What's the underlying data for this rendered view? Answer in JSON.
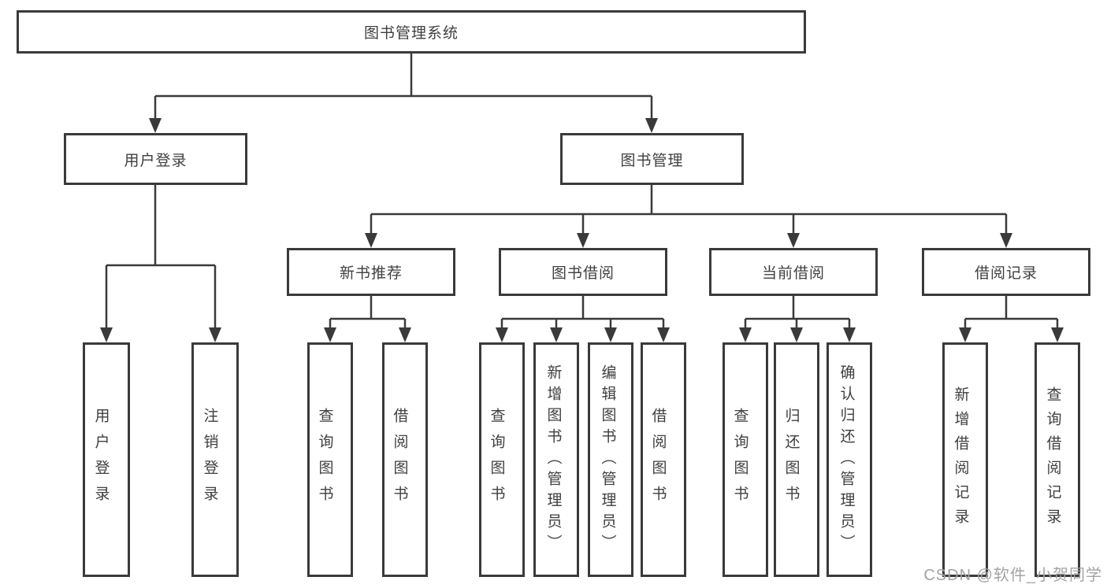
{
  "diagram": {
    "root": {
      "label": "图书管理系统"
    },
    "branches": [
      {
        "label": "用户登录",
        "leaves": [
          "用户登录",
          "注销登录"
        ]
      },
      {
        "label": "图书管理",
        "groups": [
          {
            "label": "新书推荐",
            "leaves": [
              "查询图书",
              "借阅图书"
            ]
          },
          {
            "label": "图书借阅",
            "leaves": [
              "查询图书",
              "新增图书（管理员）",
              "编辑图书（管理员）",
              "借阅图书"
            ]
          },
          {
            "label": "当前借阅",
            "leaves": [
              "查询图书",
              "归还图书",
              "确认归还（管理员）"
            ]
          },
          {
            "label": "借阅记录",
            "leaves": [
              "新增借阅记录",
              "查询借阅记录"
            ]
          }
        ]
      }
    ]
  },
  "watermark": {
    "text": "CSDN @软件_小贺同学",
    "color": "#a3a3a3"
  },
  "colors": {
    "line": "#3a3a3a",
    "text": "#3f3f3f",
    "background": "#ffffff"
  }
}
